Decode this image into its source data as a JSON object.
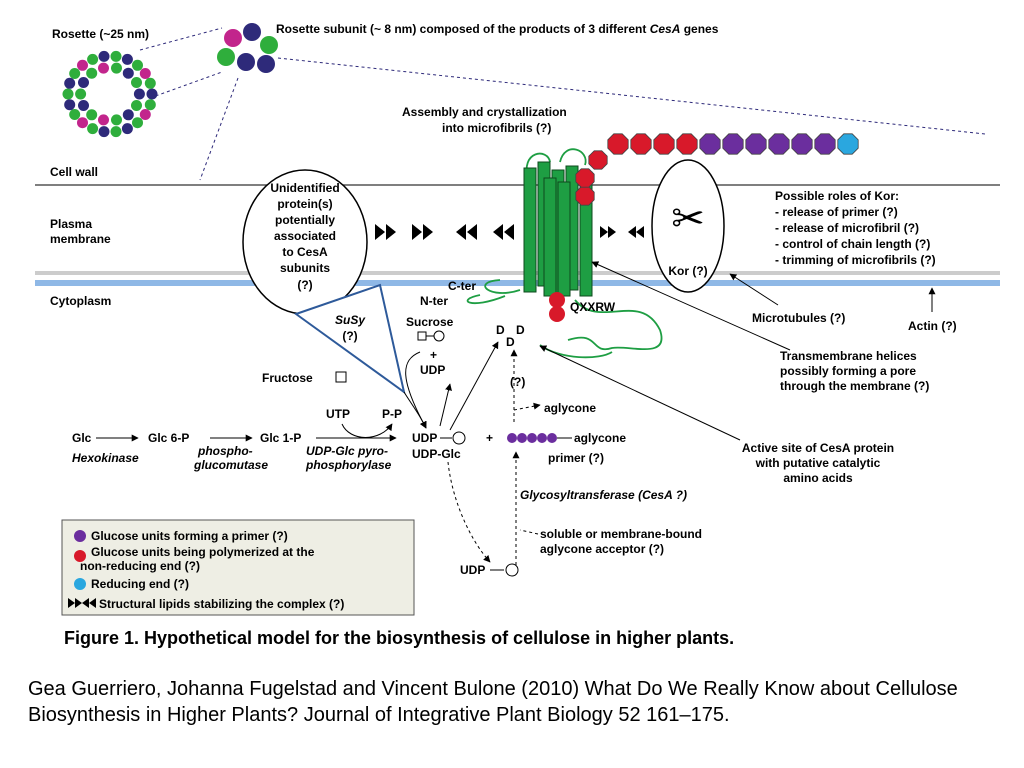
{
  "colors": {
    "glucose_primer": "#6b2e9e",
    "glucose_polymerized": "#d8192a",
    "reducing_end": "#2aa7df",
    "cesa_helix": "#1e9e43",
    "rosette_magenta": "#c2258c",
    "rosette_green": "#2fae3c",
    "rosette_navy": "#2e2a7a",
    "membrane_blue": "#8fb8e6"
  },
  "diagram": {
    "rosette_label": "Rosette (~25 nm)",
    "subunit_label": "Rosette subunit (~ 8 nm) composed of the products of 3 different ",
    "subunit_label_italic": "CesA",
    "subunit_label_end": " genes",
    "assembly_line1": "Assembly and crystallization",
    "assembly_line2": "into microfibrils (?)",
    "cell_wall": "Cell wall",
    "plasma_line1": "Plasma",
    "plasma_line2": "membrane",
    "cytoplasm": "Cytoplasm",
    "unidentified": [
      "Unidentified",
      "protein(s)",
      "potentially",
      "associated",
      "to CesA",
      "subunits",
      "(?)"
    ],
    "kor_label": "Kor (?)",
    "kor_title": "Possible roles of Kor:",
    "kor_roles": [
      "- release of primer (?)",
      "- release of microfibril (?)",
      "- control of chain length (?)",
      "- trimming of microfibrils (?)"
    ],
    "c_ter": "C-ter",
    "n_ter": "N-ter",
    "qxxrw": "QXXRW",
    "d_labels": [
      "D",
      "D",
      "D"
    ],
    "microtubules": "Microtubules (?)",
    "actin": "Actin (?)",
    "transmembrane": [
      "Transmembrane helices",
      "possibly forming a pore",
      "through the membrane (?)"
    ],
    "susy_line1": "SuSy",
    "susy_line2": "(?)",
    "sucrose": "Sucrose",
    "plus": "+",
    "udp": "UDP",
    "fructose": "Fructose",
    "glc": "Glc",
    "glc6p": "Glc 6-P",
    "glc1p": "Glc 1-P",
    "hexokinase": "Hexokinase",
    "phospho_line1": "phospho-",
    "phospho_line2": "glucomutase",
    "utp": "UTP",
    "pp": "P-P",
    "udpglc_pyro_line1": "UDP-Glc pyro-",
    "udpglc_pyro_line2": "phosphorylase",
    "udp_glc": "UDP-Glc",
    "question": "(?)",
    "aglycone": "aglycone",
    "aglycone_primer": "aglycone",
    "primer": "primer (?)",
    "glycosyltransferase": "Glycosyltransferase (CesA ?)",
    "active_site": [
      "Active site of CesA protein",
      "with putative catalytic",
      "amino acids"
    ],
    "acceptor": [
      "soluble or membrane-bound",
      "aglycone acceptor (?)"
    ],
    "udp_bottom": "UDP"
  },
  "legend": {
    "items": [
      "Glucose units forming a primer (?)",
      "Glucose units being polymerized at the",
      "non-reducing end (?)",
      "Reducing end (?)",
      "Structural lipids stabilizing the complex (?)"
    ]
  },
  "caption": "Figure 1. Hypothetical model for the biosynthesis of cellulose in higher plants.",
  "citation": "Gea Guerriero, Johanna Fugelstad and Vincent Bulone (2010) What Do We Really Know about Cellulose Biosynthesis in Higher Plants? Journal of Integrative Plant Biology 52 161–175."
}
